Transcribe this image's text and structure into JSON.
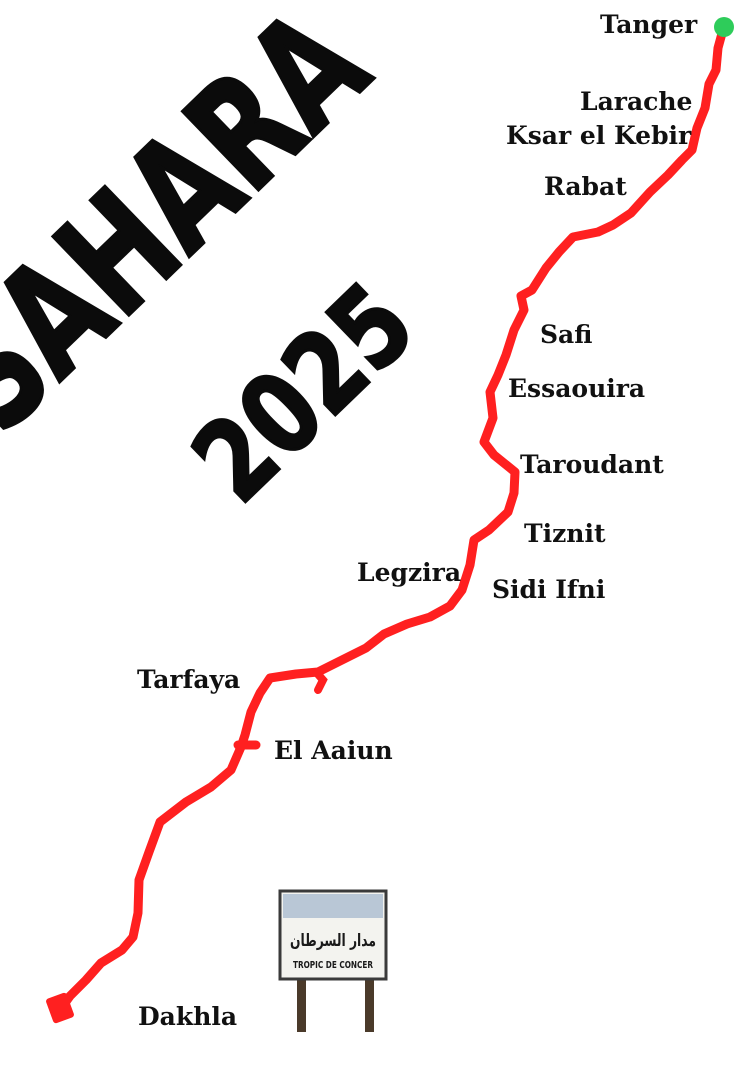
{
  "title": {
    "line1": "SAHARA",
    "line2": "2025"
  },
  "route": {
    "color": "#ff2020",
    "start_color": "#2ecc5a",
    "stops": [
      "Tanger",
      "Larache",
      "Ksar el Kebir",
      "Rabat",
      "Safi",
      "Essaouira",
      "Taroudant",
      "Tiznit",
      "Legzira",
      "Sidi Ifni",
      "Tarfaya",
      "El Aaiun",
      "Dakhla"
    ]
  },
  "cities": {
    "tanger": "Tanger",
    "larache": "Larache",
    "ksar_el_kebir": "Ksar el Kebir",
    "rabat": "Rabat",
    "safi": "Safi",
    "essaouira": "Essaouira",
    "taroudant": "Taroudant",
    "tiznit": "Tiznit",
    "legzira": "Legzira",
    "sidi_ifni": "Sidi Ifni",
    "tarfaya": "Tarfaya",
    "el_aaiun": "El Aaiun",
    "dakhla": "Dakhla"
  },
  "sign": {
    "arabic_text": "مدار السرطان",
    "latin_text": "TROPIC DE CONCER",
    "icon": "tropic-of-cancer-sign-photo"
  }
}
